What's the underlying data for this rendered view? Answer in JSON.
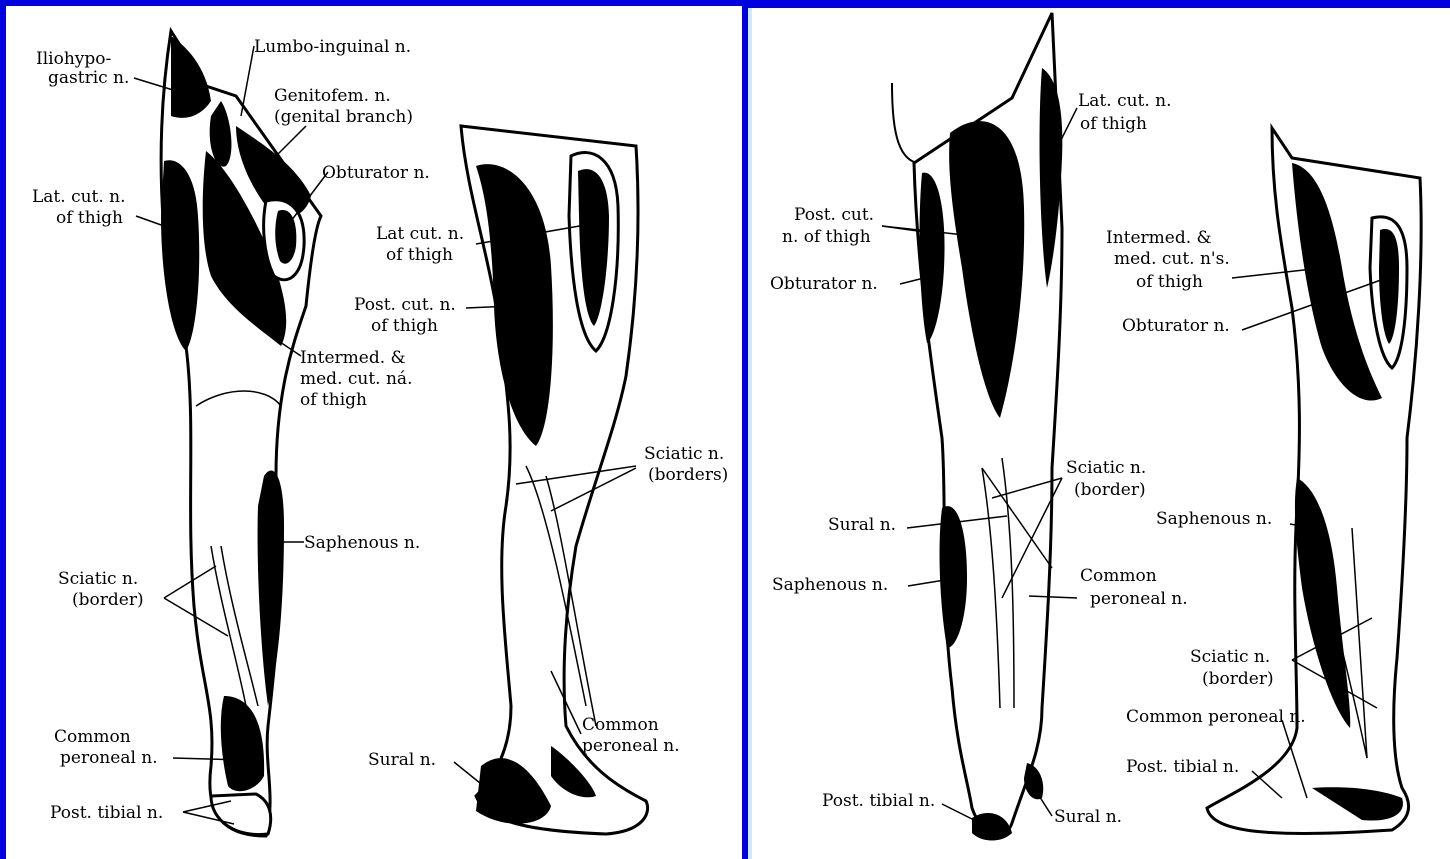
{
  "colors": {
    "border": "#0000e0",
    "panel": "#ffffff",
    "ink": "#000000"
  },
  "left_panel": {
    "labels": {
      "iliohypogastric_1": "Iliohypo-",
      "iliohypogastric_2": "gastric n.",
      "lumbo_inguinal": "Lumbo-inguinal n.",
      "genitofem_1": "Genitofem. n.",
      "genitofem_2": "(genital branch)",
      "obturator": "Obturator n.",
      "lat_cut_front_1": "Lat. cut. n.",
      "lat_cut_front_2": "of thigh",
      "lat_cut_back_1": "Lat cut. n.",
      "lat_cut_back_2": "of thigh",
      "post_cut_1": "Post. cut. n.",
      "post_cut_2": "of thigh",
      "intermed_1": "Intermed. &",
      "intermed_2": "med. cut. ná.",
      "intermed_3": "of thigh",
      "sciatic_borders_1": "Sciatic n.",
      "sciatic_borders_2": "(borders)",
      "saphenous": "Saphenous n.",
      "sciatic_border_1": "Sciatic n.",
      "sciatic_border_2": "(border)",
      "common_peroneal_front_1": "Common",
      "common_peroneal_front_2": "peroneal n.",
      "common_peroneal_back_1": "Common",
      "common_peroneal_back_2": "peroneal n.",
      "sural": "Sural n.",
      "post_tibial": "Post. tibial n."
    }
  },
  "right_panel": {
    "labels": {
      "lat_cut_1": "Lat. cut. n.",
      "lat_cut_2": "of thigh",
      "post_cut_1": "Post. cut.",
      "post_cut_2": "n. of thigh",
      "obturator_left": "Obturator n.",
      "intermed_1": "Intermed. &",
      "intermed_2": "med. cut. n's.",
      "intermed_3": "of thigh",
      "obturator_right": "Obturator n.",
      "sciatic_border_1": "Sciatic n.",
      "sciatic_border_2": "(border)",
      "sural_upper": "Sural n.",
      "saphenous_left": "Saphenous n.",
      "saphenous_right": "Saphenous n.",
      "common_peroneal_1": "Common",
      "common_peroneal_2": "peroneal n.",
      "sciatic_border_r_1": "Sciatic n.",
      "sciatic_border_r_2": "(border)",
      "common_peroneal_r": "Common peroneal n.",
      "post_tibial_r": "Post. tibial n.",
      "post_tibial_l": "Post. tibial n.",
      "sural_lower": "Sural n."
    }
  }
}
